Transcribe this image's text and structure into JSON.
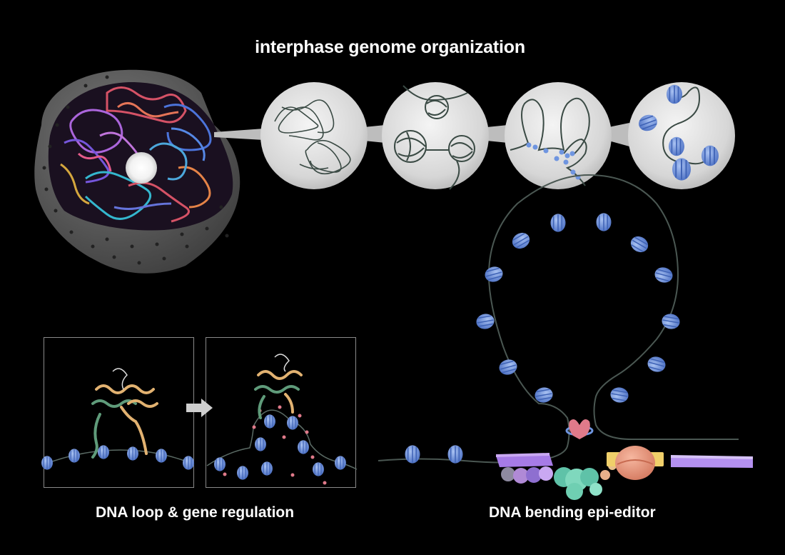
{
  "header": {
    "title": "interphase genome organization"
  },
  "captions": {
    "left": "DNA loop & gene regulation",
    "right": "DNA bending epi-editor"
  },
  "colors": {
    "background": "#000000",
    "nucleosome": "#6f95e0",
    "dna": "#3f4a45",
    "protein_green": "#5f9b7a",
    "protein_tan": "#e2b271",
    "editor_purple": "#a67be6",
    "editor_salmon": "#e8977c",
    "clamp_pink": "#e07a8a"
  }
}
